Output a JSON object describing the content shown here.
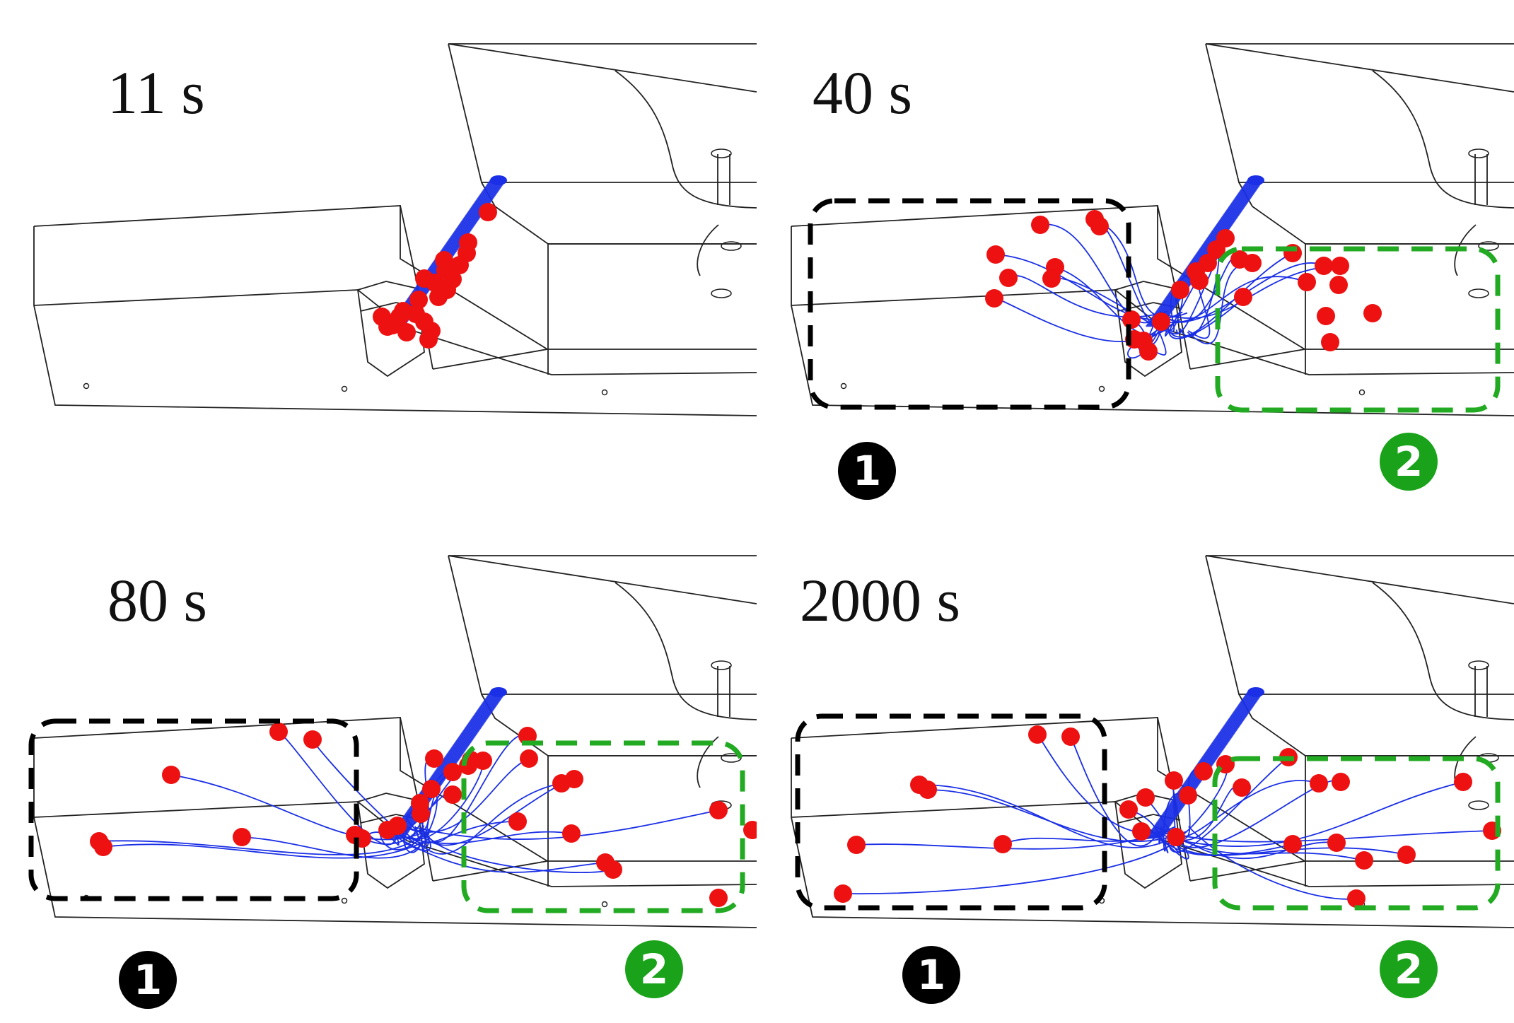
{
  "panels": [
    {
      "time": "11 s",
      "region_badges": false
    },
    {
      "time": "40 s",
      "region_badges": true
    },
    {
      "time": "80 s",
      "region_badges": true
    },
    {
      "time": "2000 s",
      "region_badges": true
    }
  ],
  "badges": {
    "region1": "1",
    "region2": "2"
  },
  "colors": {
    "trajectory": "#1a2fe6",
    "particle": "#ee1111",
    "region1_box": "#000000",
    "region2_box": "#22aa22",
    "outline": "#222222"
  }
}
